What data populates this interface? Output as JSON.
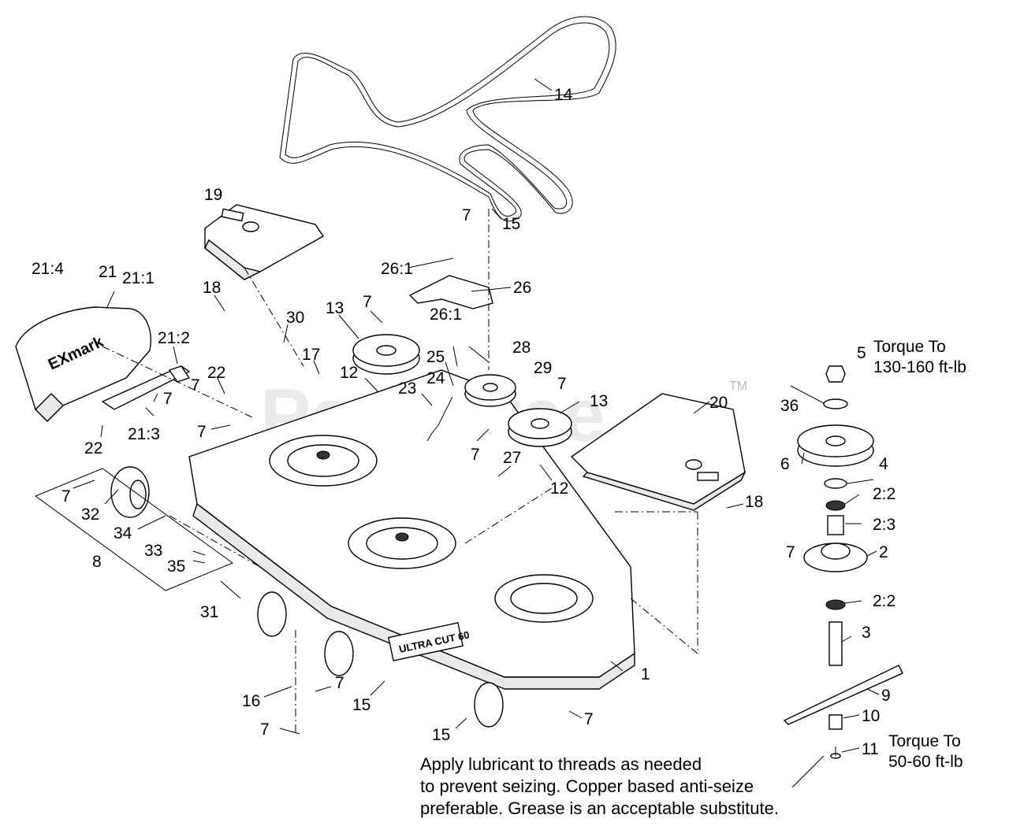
{
  "watermark": "PartsTree",
  "watermark_tm": "TM",
  "callouts": {
    "c14": "14",
    "c15a": "15",
    "c7a": "7",
    "c26_1a": "26:1",
    "c26": "26",
    "c19": "19",
    "c21_4": "21:4",
    "c21": "21",
    "c21_1": "21:1",
    "c18a": "18",
    "c13a": "13",
    "c7b": "7",
    "c30": "30",
    "c26_1b": "26:1",
    "c28": "28",
    "c29": "29",
    "c25": "25",
    "c24": "24",
    "c7c": "7",
    "c13b": "13",
    "c21_2": "21:2",
    "c17": "17",
    "c23": "23",
    "c12a": "12",
    "c22a": "22",
    "c7d": "7",
    "c7e": "7",
    "c7f": "7",
    "c21_3": "21:3",
    "c22b": "22",
    "c7g": "7",
    "c20": "20",
    "c27": "27",
    "c12b": "12",
    "c18b": "18",
    "c7h": "7",
    "c32": "32",
    "c34": "34",
    "c33": "33",
    "c35": "35",
    "c8": "8",
    "c31": "31",
    "c1": "1",
    "c16": "16",
    "c7i": "7",
    "c15b": "15",
    "c7j": "7",
    "c15c": "15",
    "c7k": "7",
    "c5": "5",
    "c36": "36",
    "c6": "6",
    "c4": "4",
    "c2_2a": "2:2",
    "c2_3": "2:3",
    "c7l": "7",
    "c2": "2",
    "c2_2b": "2:2",
    "c3": "3",
    "c9": "9",
    "c10": "10",
    "c11": "11"
  },
  "torque_top": [
    "Torque To",
    "130-160 ft-lb"
  ],
  "torque_bottom": [
    "Torque To",
    "50-60 ft-lb"
  ],
  "note_lines": [
    "Apply lubricant to threads as needed",
    "to prevent seizing. Copper based anti-seize",
    "preferable. Grease is an acceptable substitute."
  ],
  "deck_badge": "ULTRA CUT 60"
}
